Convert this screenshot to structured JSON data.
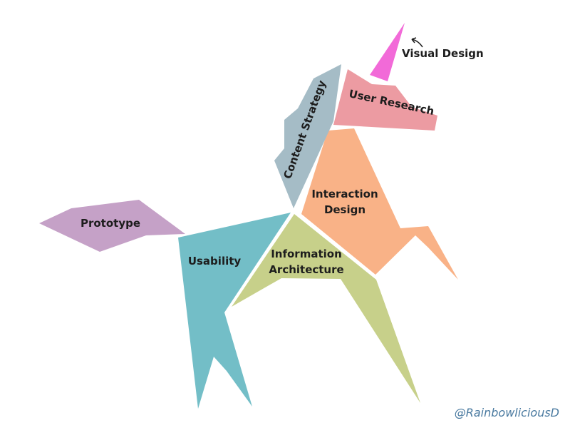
{
  "colors": {
    "visual_design": "#f26ad8",
    "user_research": "#ec9ba2",
    "content_strategy": "#a5bcc6",
    "interaction_design": "#f9b287",
    "prototype": "#c5a1c7",
    "usability": "#73bec7",
    "information_architecture": "#c7d08a",
    "text": "#1d1d1d",
    "handle": "#4a7aa0"
  },
  "labels": {
    "visual_design": "Visual Design",
    "user_research": "User Research",
    "content_strategy": "Content Strategy",
    "interaction_design_line1": "Interaction",
    "interaction_design_line2": "Design",
    "prototype": "Prototype",
    "usability": "Usability",
    "information_architecture_line1": "Information",
    "information_architecture_line2": "Architecture"
  },
  "signature": "@RainbowliciousD"
}
